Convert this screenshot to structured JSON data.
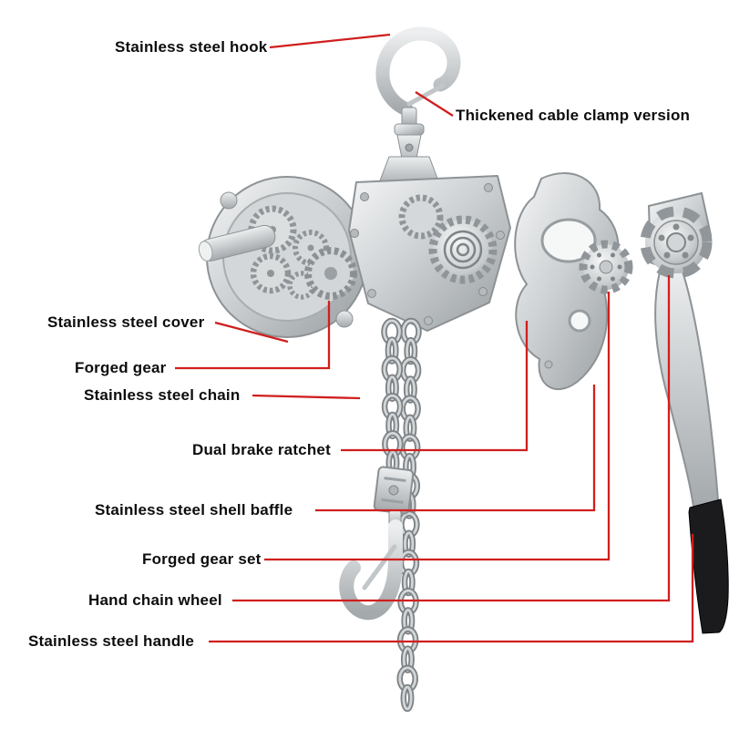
{
  "colors": {
    "leader_line": "#d01f1f",
    "label_text": "#0d0d0d",
    "background": "#ffffff",
    "metal": "#c9cdcf",
    "grip": "#1b1b1d"
  },
  "labels": [
    {
      "id": "hook",
      "text": "Stainless steel hook"
    },
    {
      "id": "cable-clamp",
      "text": "Thickened cable clamp version"
    },
    {
      "id": "cover",
      "text": "Stainless steel cover"
    },
    {
      "id": "forged-gear",
      "text": "Forged gear"
    },
    {
      "id": "chain",
      "text": "Stainless steel chain"
    },
    {
      "id": "brake-ratchet",
      "text": "Dual brake ratchet"
    },
    {
      "id": "shell-baffle",
      "text": "Stainless steel shell baffle"
    },
    {
      "id": "forged-gear-set",
      "text": "Forged gear set"
    },
    {
      "id": "hand-chain-wheel",
      "text": "Hand chain wheel"
    },
    {
      "id": "handle",
      "text": "Stainless steel handle"
    }
  ]
}
